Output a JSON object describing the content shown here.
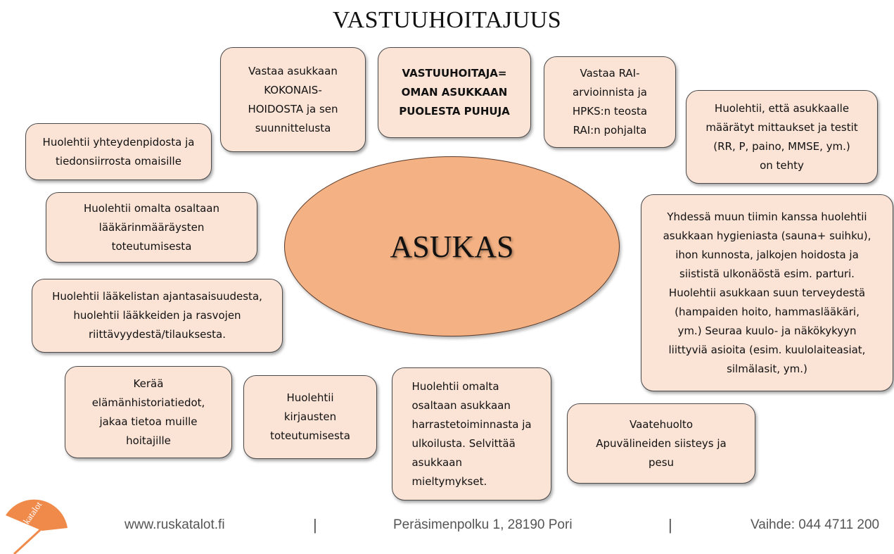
{
  "title": "VASTUUHOITAJUUS",
  "center": "ASUKAS",
  "boxes": {
    "kokonaishoito": "Vastaa asukkaan\nKOKONAIS-\nHOIDOSTA ja sen\nsuunnittelusta",
    "vastuuhoitaja": "VASTUUHOITAJA=\nOMAN ASUKKAAN\nPUOLESTA PUHUJA",
    "rai": "Vastaa RAI-\narvioinnista ja\nHPKS:n teosta\nRAI:n pohjalta",
    "yhteydenpito": "Huolehtii yhteydenpidosta ja\ntiedonsiirrosta omaisille",
    "mittaukset": "Huolehtii, että asukkaalle\nmäärätyt mittaukset ja testit\n(RR, P, paino, MMSE, ym.)\non tehty",
    "laakarinmaaraykset": "Huolehtii omalta osaltaan\nlääkärinmääräysten\ntoteutumisesta",
    "hygienia": "Yhdessä muun tiimin kanssa huolehtii\nasukkaan hygieniasta (sauna+ suihku),\nihon kunnosta, jalkojen hoidosta ja\nsiististä ulkonäöstä esim. parturi.\nHuolehtii asukkaan suun terveydestä\n(hampaiden hoito, hammaslääkäri,\nym.) Seuraa kuulo- ja näkökykyyn\nliittyviä asioita (esim. kuulolaiteasiat,\nsilmälasit, ym.)",
    "laakelista": "Huolehtii lääkelistan ajantasaisuudesta,\nhuolehtii lääkkeiden ja rasvojen\nriittävyydestä/tilauksesta.",
    "elamanhistoria": "Kerää\nelämänhistoriatiedot,\njakaa tietoa muille\nhoitajille",
    "kirjaukset": "Huolehtii\nkirjausten\ntoteutumisesta",
    "harrastetoiminta": "Huolehtii omalta\nosaltaan asukkaan\nharrastetoiminnasta ja\nulkoilusta. Selvittää\nasukkaan\nmieltymykset.",
    "vaatehuolto": "Vaatehuolto\nApuvälineiden siisteys ja\npesu"
  },
  "footer": {
    "web": "www.ruskatalot.fi",
    "separator": "|",
    "address": "Peräsimenpolku 1, 28190 Pori",
    "phone": "Vaihde: 044 4711 200"
  },
  "logo_text": "Ruskatalot",
  "colors": {
    "box_fill": "#fbe3d6",
    "ellipse_fill": "#f4b183",
    "logo": "#f08a4b"
  }
}
